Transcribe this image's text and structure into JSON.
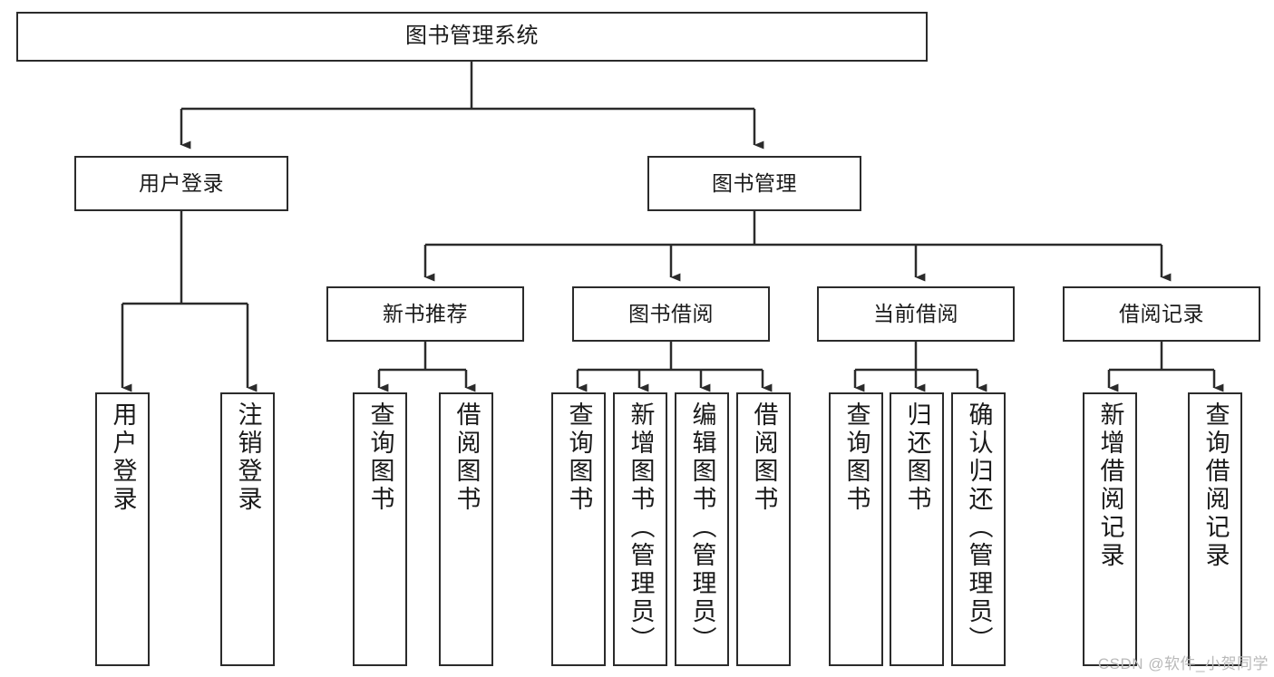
{
  "diagram": {
    "title": "图书管理系统",
    "type": "tree-hierarchy-chart",
    "line_color": "#2b2b2b",
    "background_color": "#ffffff",
    "root": {
      "label": "图书管理系统"
    },
    "level2": [
      {
        "label": "用户登录"
      },
      {
        "label": "图书管理"
      }
    ],
    "level3": [
      {
        "label": "新书推荐"
      },
      {
        "label": "图书借阅"
      },
      {
        "label": "当前借阅"
      },
      {
        "label": "借阅记录"
      }
    ],
    "leaves": {
      "user_login": [
        {
          "label": "用户登录"
        },
        {
          "label": "注销登录"
        }
      ],
      "new_book_recommend": [
        {
          "label": "查询图书"
        },
        {
          "label": "借阅图书"
        }
      ],
      "book_borrow": [
        {
          "label": "查询图书"
        },
        {
          "label": "新增图书（管理员）"
        },
        {
          "label": "编辑图书（管理员）"
        },
        {
          "label": "借阅图书"
        }
      ],
      "current_borrow": [
        {
          "label": "查询图书"
        },
        {
          "label": "归还图书"
        },
        {
          "label": "确认归还（管理员）"
        }
      ],
      "borrow_record": [
        {
          "label": "新增借阅记录"
        },
        {
          "label": "查询借阅记录"
        }
      ]
    }
  },
  "watermark": {
    "text": "CSDN @软件_小贺同学"
  }
}
